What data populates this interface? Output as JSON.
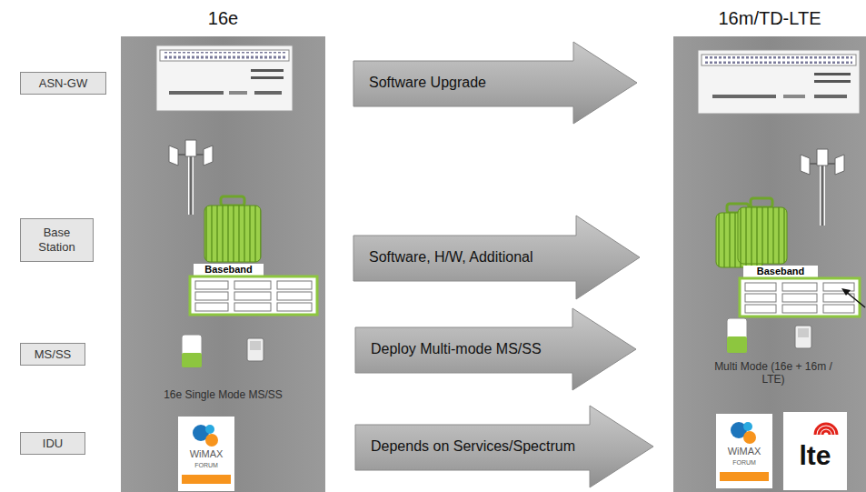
{
  "diagram": {
    "nodes": [
      {
        "text": [
          "ASN-GW"
        ]
      },
      {
        "text": [
          "Base Station"
        ]
      },
      {
        "text": [
          "MS/SS"
        ]
      },
      {
        "text": [
          "IDU"
        ]
      },
      {
        "text": [
          "16e",
          "Baseband",
          "16e Single Mode MS/SS"
        ]
      },
      {
        "text": [
          "16m/TD-LTE",
          "Baseband",
          "Multi Mode (16e + 16m / LTE)"
        ]
      },
      {
        "text": [
          "Software Upgrade"
        ]
      },
      {
        "text": [
          "Software, H/W, Additional"
        ]
      },
      {
        "text": [
          "Deploy Multi-mode MS/SS"
        ]
      },
      {
        "text": [
          "Depends on Services/Spectrum"
        ]
      }
    ],
    "labels": [
      "WiMAX",
      "FORUM",
      "WiMAX",
      "FORUM",
      "lte"
    ]
  }
}
